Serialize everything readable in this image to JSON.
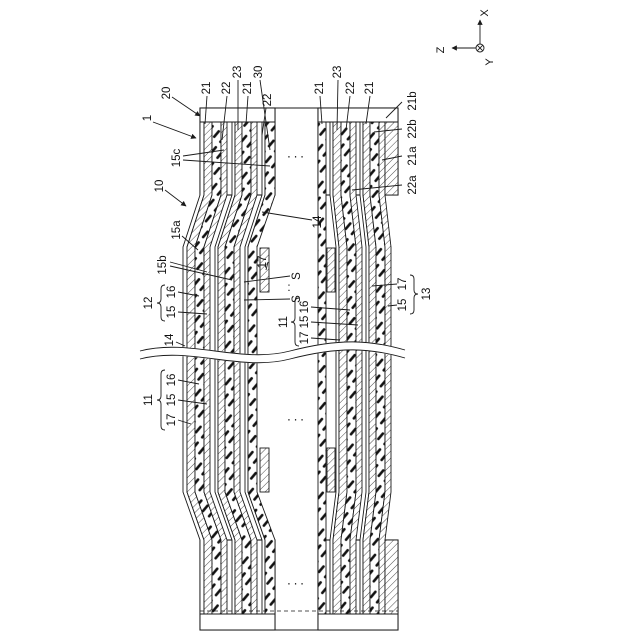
{
  "figure": {
    "labels": [
      "1",
      "20",
      "10",
      "21",
      "22",
      "23",
      "21",
      "30",
      "22",
      "21",
      "23",
      "22",
      "21",
      "21b",
      "22b",
      "21a",
      "22a",
      "15c",
      "15a",
      "15b",
      "17",
      "14",
      "S",
      ":",
      "S",
      "12",
      "16",
      "15",
      "14",
      "11",
      "16",
      "15",
      "17",
      "17",
      "15",
      "13",
      "11",
      "16",
      "15",
      "17",
      "...",
      "...",
      "..."
    ],
    "axes": {
      "x": "X",
      "y": "Y",
      "z": "Z"
    }
  },
  "colors": {
    "line": "#1a1a1a",
    "background": "#ffffff"
  }
}
